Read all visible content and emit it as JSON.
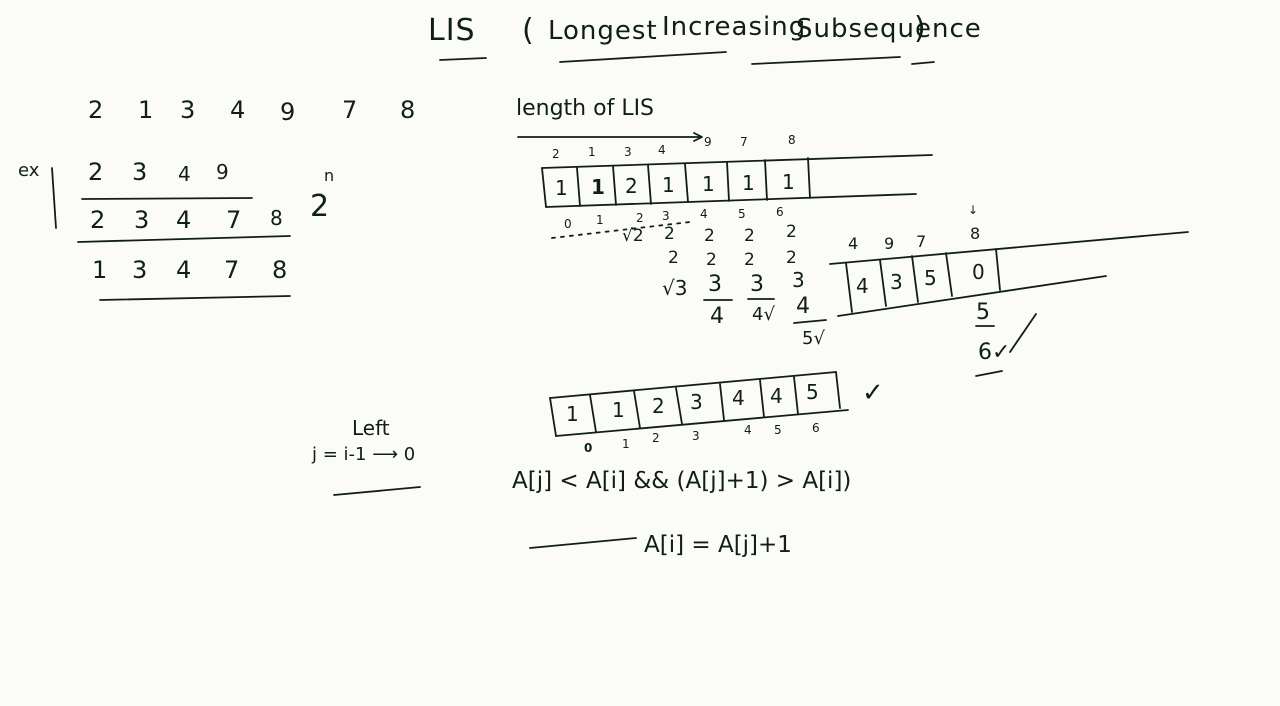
{
  "title": {
    "abbr": "LIS",
    "open_paren": "(",
    "word1": "Longest",
    "word2": "Increasing",
    "word3": "Subsequence",
    "close_paren": ")"
  },
  "left_panel": {
    "sequence": [
      "2",
      "1",
      "3",
      "4",
      "9",
      "7",
      "8"
    ],
    "ex_label": "ex",
    "candidates": [
      [
        "2",
        "3",
        "4",
        "9"
      ],
      [
        "2",
        "3",
        "4",
        "7",
        "8"
      ],
      [
        "1",
        "3",
        "4",
        "7",
        "8"
      ]
    ],
    "complexity": "2",
    "complexity_exp": "n"
  },
  "length_section": {
    "heading": "length of LIS",
    "top_values": [
      "2",
      "1",
      "3",
      "4",
      "9",
      "7",
      "8"
    ],
    "cells": [
      "1",
      "1",
      "2",
      "1",
      "1",
      "1",
      "1"
    ],
    "indices": [
      "0",
      "1",
      "2",
      "3",
      "4",
      "5",
      "6"
    ],
    "scratch_rows": [
      [
        "√2",
        "2",
        "2",
        "2",
        "2"
      ],
      [
        "2",
        "2",
        "2",
        "2"
      ],
      [
        "√3",
        "3",
        "3",
        "3"
      ],
      [
        "4",
        "4√",
        "4"
      ],
      [
        "5√"
      ]
    ]
  },
  "right_array": {
    "top_values": [
      "4",
      "9",
      "7",
      "8"
    ],
    "arrow": "↓",
    "cells": [
      "4",
      "3",
      "5",
      "0"
    ],
    "below": [
      "5",
      "6✓"
    ]
  },
  "final_array": {
    "cells": [
      "1",
      "1",
      "2",
      "3",
      "4",
      "4",
      "5"
    ],
    "indices": [
      "0",
      "1",
      "2",
      "3",
      "4",
      "5",
      "6"
    ],
    "check": "✓"
  },
  "left_loop": {
    "label": "Left",
    "expr": "j = i-1 ⟶ 0"
  },
  "conditions": {
    "line1": "A[j] < A[i]  &&  (A[j]+1) > A[i])",
    "line2": "A[i] = A[j]+1"
  }
}
